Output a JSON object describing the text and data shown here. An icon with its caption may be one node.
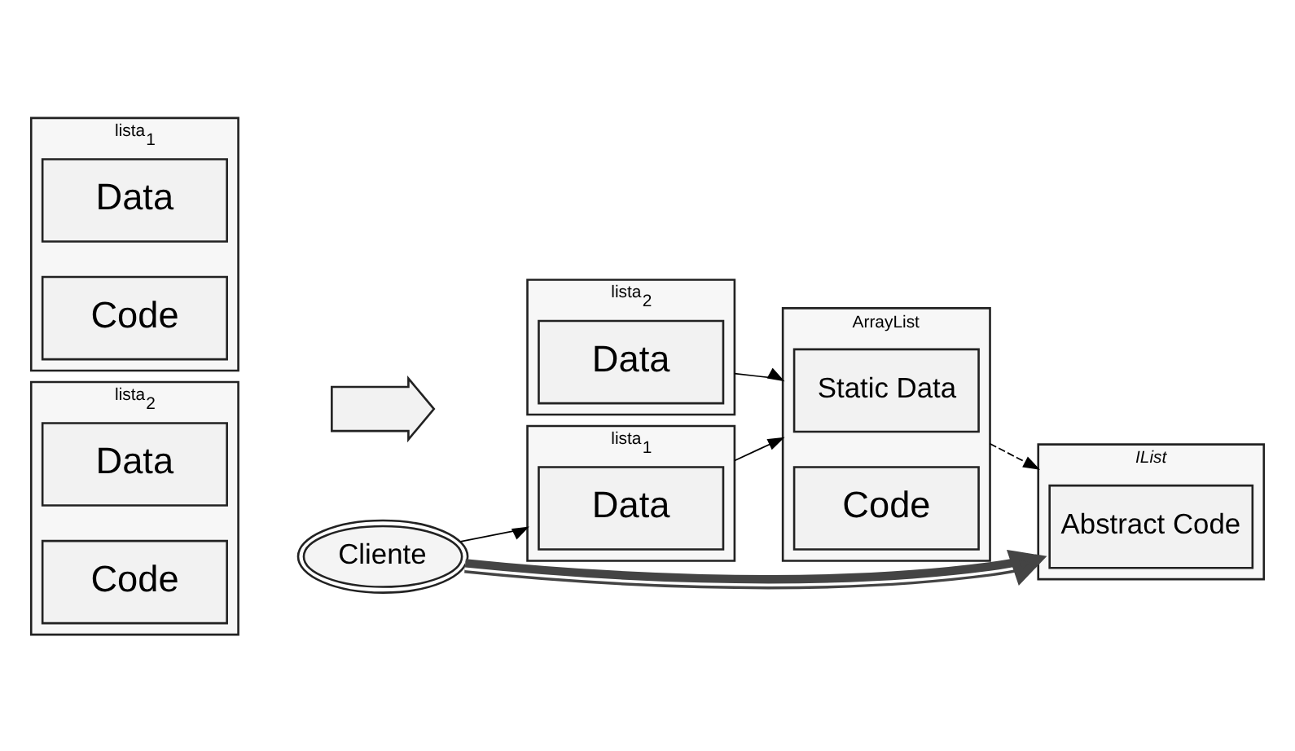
{
  "diagram": {
    "nodes": [
      {
        "text": [
          "lista$_{1}$"
        ]
      },
      {
        "text": [
          "Data"
        ],
        "in": 0
      },
      {
        "text": [
          "Code"
        ],
        "in": 0
      },
      {
        "text": [
          "lista$_{2}$"
        ]
      },
      {
        "text": [
          "Data"
        ],
        "in": 3
      },
      {
        "text": [
          "Code"
        ],
        "in": 3
      },
      {
        "text": [],
        "shape": "arrow"
      },
      {
        "text": [
          "Cliente"
        ]
      },
      {
        "text": [
          "IList"
        ]
      },
      {
        "text": [
          "Abstract Code"
        ],
        "in": 8
      },
      {
        "text": [
          "lista$_{1}$"
        ]
      },
      {
        "text": [
          "Data"
        ],
        "in": 10
      },
      {
        "text": [
          "lista$_{2}$"
        ]
      },
      {
        "text": [
          "Data"
        ],
        "in": 12
      },
      {
        "text": [
          "ArrayList"
        ]
      },
      {
        "text": [
          "Static Data"
        ],
        "in": 14
      },
      {
        "text": [
          "Code"
        ],
        "in": 14
      }
    ],
    "edges": [
      {
        "from": 7,
        "to": 8,
        "arrow": "to",
        "style": "thick"
      },
      {
        "from": 7,
        "to": 10,
        "arrow": "to"
      },
      {
        "from": 10,
        "to": 14,
        "arrow": "to"
      },
      {
        "from": 12,
        "to": 14,
        "arrow": "to"
      },
      {
        "from": 14,
        "to": 8,
        "arrow": "to",
        "style": "dashed"
      }
    ]
  }
}
